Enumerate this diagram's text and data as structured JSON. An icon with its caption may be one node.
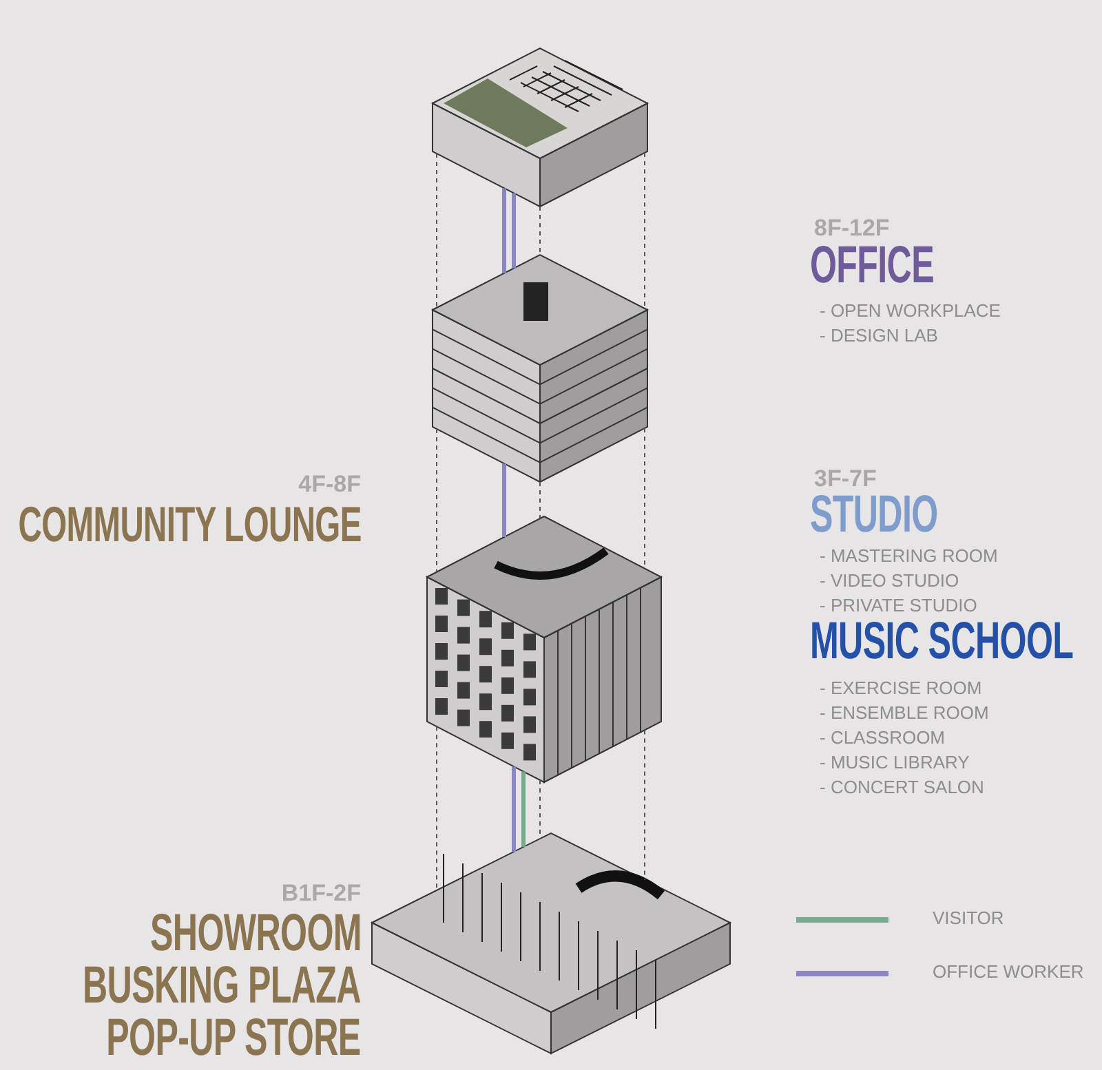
{
  "diagram": {
    "nodes": [
      {
        "text": [],
        "shape": "picture"
      },
      {
        "text": [],
        "shape": "picture"
      },
      {
        "text": [],
        "shape": "picture"
      },
      {
        "text": [],
        "shape": "picture"
      }
    ],
    "edges": [
      {
        "from": 0,
        "to": 1,
        "arrow": "none",
        "style": "dashed"
      },
      {
        "from": 1,
        "to": 2,
        "arrow": "none",
        "style": "dashed"
      },
      {
        "from": 2,
        "to": 3,
        "arrow": "none",
        "style": "dashed"
      },
      {
        "from": 0,
        "to": 1,
        "arrow": "none",
        "style": "dashed"
      },
      {
        "from": 1,
        "to": 2,
        "arrow": "none",
        "style": "dashed"
      },
      {
        "from": 2,
        "to": 3,
        "arrow": "none",
        "style": "dashed"
      },
      {
        "from": 0,
        "to": 1,
        "arrow": "none",
        "style": "dashed"
      },
      {
        "from": 1,
        "to": 2,
        "arrow": "none",
        "style": "dashed"
      },
      {
        "from": 2,
        "to": 3,
        "arrow": "none",
        "style": "dashed"
      },
      {
        "from": 0,
        "to": 1,
        "arrow": "none",
        "style": "thick",
        "color": "#8a86c0"
      },
      {
        "from": 0,
        "to": 1,
        "arrow": "none",
        "style": "thick",
        "color": "#8a86c0"
      },
      {
        "from": 1,
        "to": 2,
        "arrow": "none",
        "style": "thick",
        "color": "#8a86c0"
      },
      {
        "from": 2,
        "to": 3,
        "arrow": "none",
        "style": "thick",
        "color": "#8a86c0"
      },
      {
        "from": 2,
        "to": 3,
        "arrow": "none",
        "style": "thick",
        "color": "#7aaa8e"
      }
    ],
    "labels": [
      "8F-12F",
      "OFFICE",
      "- OPEN WORKPLACE",
      "- DESIGN LAB",
      "4F-8F",
      "COMMUNITY LOUNGE",
      "3F-7F",
      "STUDIO",
      "- MASTERING ROOM",
      "- VIDEO STUDIO",
      "- PRIVATE STUDIO",
      "MUSIC SCHOOL",
      "- EXERCISE ROOM",
      "- ENSEMBLE ROOM",
      "- CLASSROOM",
      "- MUSIC LIBRARY",
      "- CONCERT SALON",
      "B1F-2F",
      "SHOWROOM",
      "BUSKING PLAZA",
      "POP-UP STORE"
    ],
    "legend": [
      {
        "text": "VISITOR"
      },
      {
        "text": "OFFICE WORKER"
      }
    ]
  }
}
